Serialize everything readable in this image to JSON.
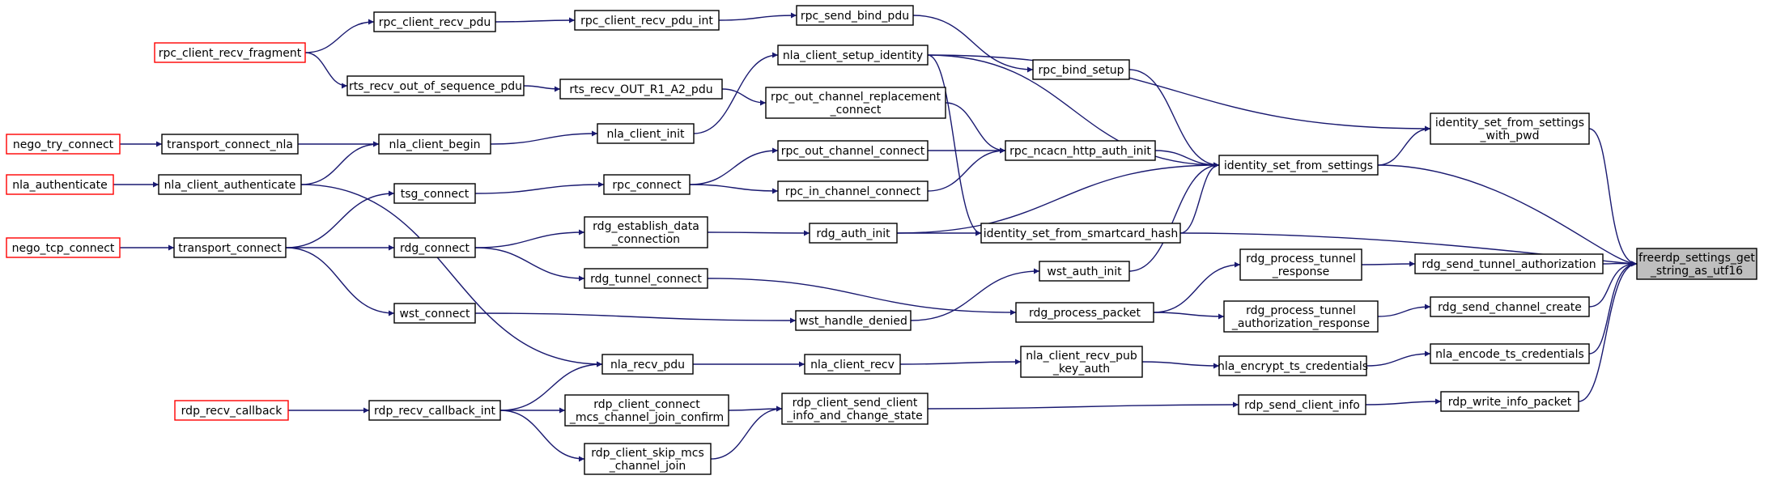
{
  "colors": {
    "edge": "#191970",
    "leaf_border": "#ff0000",
    "root_fill": "#bfbfbf"
  },
  "nodes": {
    "root": [
      "freerdp_settings_get",
      "_string_as_utf16"
    ],
    "id_pwd": [
      "identity_set_from_settings",
      "_with_pwd"
    ],
    "id_set": [
      "identity_set_from_settings"
    ],
    "rdg_send_tunnel_auth": [
      "rdg_send_tunnel_authorization"
    ],
    "rdg_send_channel_create": [
      "rdg_send_channel_create"
    ],
    "nla_encode": [
      "nla_encode_ts_credentials"
    ],
    "rdp_write_info": [
      "rdp_write_info_packet"
    ],
    "nla_client_setup_identity": [
      "nla_client_setup_identity"
    ],
    "rpc_bind_setup": [
      "rpc_bind_setup"
    ],
    "rpc_ncacn": [
      "rpc_ncacn_http_auth_init"
    ],
    "id_smartcard": [
      "identity_set_from_smartcard_hash"
    ],
    "wst_auth_init": [
      "wst_auth_init"
    ],
    "rdg_proc_tunnel_resp": [
      "rdg_process_tunnel",
      "_response"
    ],
    "rdg_proc_tunnel_auth_resp": [
      "rdg_process_tunnel",
      "_authorization_response"
    ],
    "nla_encrypt": [
      "nla_encrypt_ts_credentials"
    ],
    "rdp_send_client_info": [
      "rdp_send_client_info"
    ],
    "rpc_send_bind": [
      "rpc_send_bind_pdu"
    ],
    "rpc_out_repl": [
      "rpc_out_channel_replacement",
      "_connect"
    ],
    "rpc_out_conn": [
      "rpc_out_channel_connect"
    ],
    "rpc_in_conn": [
      "rpc_in_channel_connect"
    ],
    "rdg_auth_init": [
      "rdg_auth_init"
    ],
    "rdg_proc_packet": [
      "rdg_process_packet"
    ],
    "wst_handle_denied": [
      "wst_handle_denied"
    ],
    "nla_client_recv_pub": [
      "nla_client_recv_pub",
      "_key_auth"
    ],
    "rdp_client_send_client": [
      "rdp_client_send_client",
      "_info_and_change_state"
    ],
    "rpc_client_recv_pdu_int": [
      "rpc_client_recv_pdu_int"
    ],
    "nla_client_init": [
      "nla_client_init"
    ],
    "rpc_connect": [
      "rpc_connect"
    ],
    "rdg_est_data": [
      "rdg_establish_data",
      "_connection"
    ],
    "rdg_tunnel_connect": [
      "rdg_tunnel_connect"
    ],
    "nla_client_recv": [
      "nla_client_recv"
    ],
    "rdp_client_connect_mcs": [
      "rdp_client_connect",
      "_mcs_channel_join_confirm"
    ],
    "rdp_client_skip_mcs": [
      "rdp_client_skip_mcs",
      "_channel_join"
    ],
    "rpc_client_recv_pdu": [
      "rpc_client_recv_pdu"
    ],
    "rts_recv_oos": [
      "rts_recv_out_of_sequence_pdu"
    ],
    "rts_recv_out_r1": [
      "rts_recv_OUT_R1_A2_pdu"
    ],
    "nla_client_begin": [
      "nla_client_begin"
    ],
    "tsg_connect": [
      "tsg_connect"
    ],
    "rdg_connect": [
      "rdg_connect"
    ],
    "wst_connect": [
      "wst_connect"
    ],
    "nla_recv_pdu": [
      "nla_recv_pdu"
    ],
    "rdp_recv_cb_int": [
      "rdp_recv_callback_int"
    ],
    "rpc_client_recv_frag": [
      "rpc_client_recv_fragment"
    ],
    "transport_connect_nla": [
      "transport_connect_nla"
    ],
    "nla_client_auth": [
      "nla_client_authenticate"
    ],
    "transport_connect": [
      "transport_connect"
    ],
    "nego_try_connect": [
      "nego_try_connect"
    ],
    "nla_authenticate": [
      "nla_authenticate"
    ],
    "nego_tcp_connect": [
      "nego_tcp_connect"
    ],
    "rdp_recv_callback": [
      "rdp_recv_callback"
    ]
  }
}
